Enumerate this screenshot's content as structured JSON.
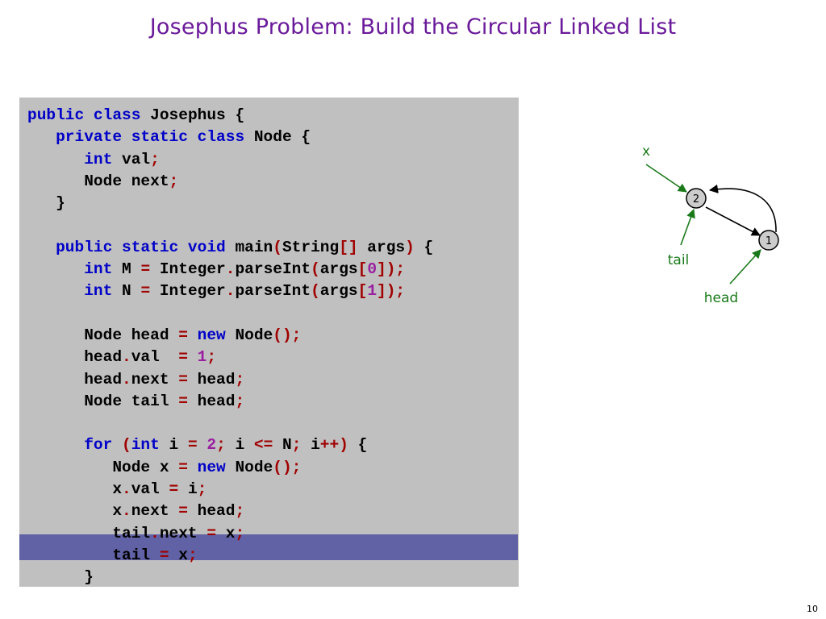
{
  "slide": {
    "title": "Josephus Problem:  Build the Circular Linked List",
    "page_number": "10"
  },
  "code": {
    "highlighted_line": 20,
    "lines": [
      [
        [
          "kw",
          "public class"
        ],
        [
          "t",
          " Josephus {"
        ]
      ],
      [
        [
          "t",
          "   "
        ],
        [
          "kw",
          "private static class"
        ],
        [
          "t",
          " Node {"
        ]
      ],
      [
        [
          "t",
          "      "
        ],
        [
          "kw",
          "int"
        ],
        [
          "t",
          " val"
        ],
        [
          "op",
          ";"
        ]
      ],
      [
        [
          "t",
          "      Node next"
        ],
        [
          "op",
          ";"
        ]
      ],
      [
        [
          "t",
          "   }"
        ]
      ],
      [],
      [
        [
          "t",
          "   "
        ],
        [
          "kw",
          "public static void"
        ],
        [
          "t",
          " main"
        ],
        [
          "op",
          "("
        ],
        [
          "t",
          "String"
        ],
        [
          "op",
          "[]"
        ],
        [
          "t",
          " args"
        ],
        [
          "op",
          ")"
        ],
        [
          "t",
          " {"
        ]
      ],
      [
        [
          "t",
          "      "
        ],
        [
          "kw",
          "int"
        ],
        [
          "t",
          " M "
        ],
        [
          "op",
          "="
        ],
        [
          "t",
          " Integer"
        ],
        [
          "op",
          "."
        ],
        [
          "t",
          "parseInt"
        ],
        [
          "op",
          "("
        ],
        [
          "t",
          "args"
        ],
        [
          "op",
          "["
        ],
        [
          "num",
          "0"
        ],
        [
          "op",
          "]);"
        ]
      ],
      [
        [
          "t",
          "      "
        ],
        [
          "kw",
          "int"
        ],
        [
          "t",
          " N "
        ],
        [
          "op",
          "="
        ],
        [
          "t",
          " Integer"
        ],
        [
          "op",
          "."
        ],
        [
          "t",
          "parseInt"
        ],
        [
          "op",
          "("
        ],
        [
          "t",
          "args"
        ],
        [
          "op",
          "["
        ],
        [
          "num",
          "1"
        ],
        [
          "op",
          "]);"
        ]
      ],
      [],
      [
        [
          "t",
          "      Node head "
        ],
        [
          "op",
          "="
        ],
        [
          "t",
          " "
        ],
        [
          "kw",
          "new"
        ],
        [
          "t",
          " Node"
        ],
        [
          "op",
          "();"
        ]
      ],
      [
        [
          "t",
          "      head"
        ],
        [
          "op",
          "."
        ],
        [
          "t",
          "val  "
        ],
        [
          "op",
          "="
        ],
        [
          "t",
          " "
        ],
        [
          "num",
          "1"
        ],
        [
          "op",
          ";"
        ]
      ],
      [
        [
          "t",
          "      head"
        ],
        [
          "op",
          "."
        ],
        [
          "t",
          "next "
        ],
        [
          "op",
          "="
        ],
        [
          "t",
          " head"
        ],
        [
          "op",
          ";"
        ]
      ],
      [
        [
          "t",
          "      Node tail "
        ],
        [
          "op",
          "="
        ],
        [
          "t",
          " head"
        ],
        [
          "op",
          ";"
        ]
      ],
      [],
      [
        [
          "t",
          "      "
        ],
        [
          "kw",
          "for"
        ],
        [
          "t",
          " "
        ],
        [
          "op",
          "("
        ],
        [
          "kw",
          "int"
        ],
        [
          "t",
          " i "
        ],
        [
          "op",
          "="
        ],
        [
          "t",
          " "
        ],
        [
          "num",
          "2"
        ],
        [
          "op",
          ";"
        ],
        [
          "t",
          " i "
        ],
        [
          "op",
          "<="
        ],
        [
          "t",
          " N"
        ],
        [
          "op",
          ";"
        ],
        [
          "t",
          " i"
        ],
        [
          "op",
          "++)"
        ],
        [
          "t",
          " {"
        ]
      ],
      [
        [
          "t",
          "         Node x "
        ],
        [
          "op",
          "="
        ],
        [
          "t",
          " "
        ],
        [
          "kw",
          "new"
        ],
        [
          "t",
          " Node"
        ],
        [
          "op",
          "();"
        ]
      ],
      [
        [
          "t",
          "         x"
        ],
        [
          "op",
          "."
        ],
        [
          "t",
          "val "
        ],
        [
          "op",
          "="
        ],
        [
          "t",
          " i"
        ],
        [
          "op",
          ";"
        ]
      ],
      [
        [
          "t",
          "         x"
        ],
        [
          "op",
          "."
        ],
        [
          "t",
          "next "
        ],
        [
          "op",
          "="
        ],
        [
          "t",
          " head"
        ],
        [
          "op",
          ";"
        ]
      ],
      [
        [
          "t",
          "         tail"
        ],
        [
          "op",
          "."
        ],
        [
          "t",
          "next "
        ],
        [
          "op",
          "="
        ],
        [
          "t",
          " x"
        ],
        [
          "op",
          ";"
        ]
      ],
      [
        [
          "t",
          "         tail "
        ],
        [
          "op",
          "="
        ],
        [
          "t",
          " x"
        ],
        [
          "op",
          ";"
        ]
      ],
      [
        [
          "t",
          "      }"
        ]
      ]
    ]
  },
  "diagram": {
    "nodes": [
      {
        "id": "node-2",
        "label": "2"
      },
      {
        "id": "node-1",
        "label": "1"
      }
    ],
    "labels": {
      "x": "x",
      "tail": "tail",
      "head": "head"
    },
    "colors": {
      "pointer": "#1a7a1a",
      "node_fill": "#cccccc",
      "link": "#000000"
    }
  }
}
